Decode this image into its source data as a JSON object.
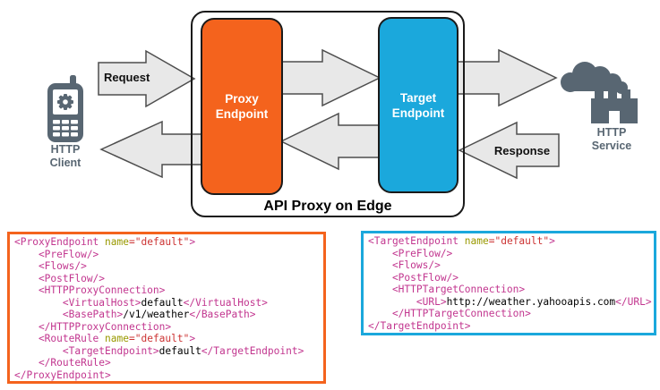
{
  "diagram": {
    "container_label": "API Proxy on Edge",
    "request_label": "Request",
    "response_label": "Response",
    "proxy_endpoint_label": [
      "Proxy",
      "Endpoint"
    ],
    "target_endpoint_label": [
      "Target",
      "Endpoint"
    ],
    "client_label": [
      "HTTP",
      "Client"
    ],
    "service_label": [
      "HTTP",
      "Service"
    ],
    "icons": {
      "client": "mobile-phone-with-gear-icon",
      "service": "factory-with-smoke-cloud-icon"
    },
    "colors": {
      "proxy_endpoint": "#F4631D",
      "target_endpoint": "#1BA8DC",
      "arrow_fill": "#E8E8E8",
      "arrow_border": "#4D4D4D",
      "icon_gray": "#586672",
      "box_border": "#1A1A1A"
    }
  },
  "code_colors": {
    "tag": "#C2368F",
    "attribute_name": "#999900",
    "attribute_value": "#CC3333",
    "text": "#000000"
  },
  "proxy_code": {
    "border_color": "#F4631D",
    "lines": [
      [
        [
          "t",
          "<ProxyEndpoint "
        ],
        [
          "a",
          "name"
        ],
        [
          "v",
          "=\"default\""
        ],
        [
          "t",
          ">"
        ]
      ],
      [
        [
          "t",
          "    <PreFlow/>"
        ]
      ],
      [
        [
          "t",
          "    <Flows/>"
        ]
      ],
      [
        [
          "t",
          "    <PostFlow/>"
        ]
      ],
      [
        [
          "t",
          "    <HTTPProxyConnection>"
        ]
      ],
      [
        [
          "t",
          "        <VirtualHost>"
        ],
        [
          "x",
          "default"
        ],
        [
          "t",
          "</VirtualHost>"
        ]
      ],
      [
        [
          "t",
          "        <BasePath>"
        ],
        [
          "x",
          "/v1/weather"
        ],
        [
          "t",
          "</BasePath>"
        ]
      ],
      [
        [
          "t",
          "    </HTTPProxyConnection>"
        ]
      ],
      [
        [
          "t",
          "    <RouteRule "
        ],
        [
          "a",
          "name"
        ],
        [
          "v",
          "=\"default\""
        ],
        [
          "t",
          ">"
        ]
      ],
      [
        [
          "t",
          "        <TargetEndpoint>"
        ],
        [
          "x",
          "default"
        ],
        [
          "t",
          "</TargetEndpoint>"
        ]
      ],
      [
        [
          "t",
          "    </RouteRule>"
        ]
      ],
      [
        [
          "t",
          "</ProxyEndpoint>"
        ]
      ]
    ]
  },
  "target_code": {
    "border_color": "#1BA8DC",
    "lines": [
      [
        [
          "t",
          "<TargetEndpoint "
        ],
        [
          "a",
          "name"
        ],
        [
          "v",
          "=\"default\""
        ],
        [
          "t",
          ">"
        ]
      ],
      [
        [
          "t",
          "    <PreFlow/>"
        ]
      ],
      [
        [
          "t",
          "    <Flows/>"
        ]
      ],
      [
        [
          "t",
          "    <PostFlow/>"
        ]
      ],
      [
        [
          "t",
          "    <HTTPTargetConnection>"
        ]
      ],
      [
        [
          "t",
          "        <URL>"
        ],
        [
          "x",
          "http://weather.yahooapis.com"
        ],
        [
          "t",
          "</URL>"
        ]
      ],
      [
        [
          "t",
          "    </HTTPTargetConnection>"
        ]
      ],
      [
        [
          "t",
          "</TargetEndpoint>"
        ]
      ]
    ]
  }
}
